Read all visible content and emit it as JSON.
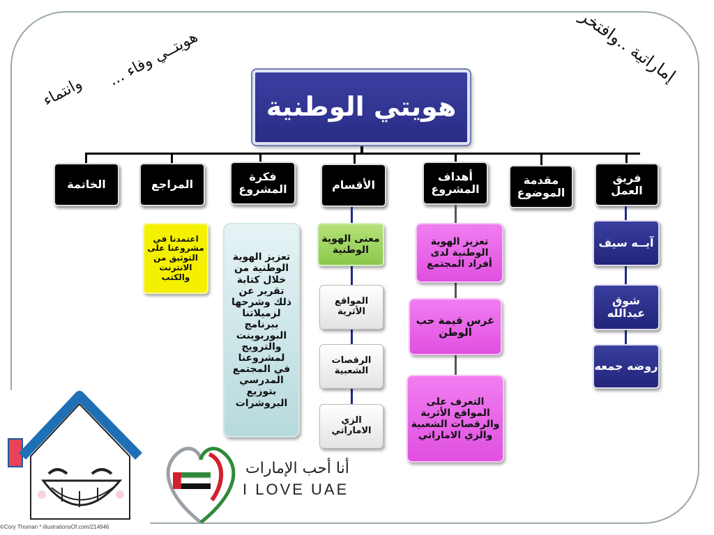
{
  "corner_text": {
    "top_left_line1": "هويتــي وفاء ...",
    "top_left_line2": "وانتماء",
    "top_right_line1": "إماراتية ..وافتخر",
    "top_right_line2": ""
  },
  "title": "هويتي الوطنية",
  "categories": [
    {
      "label": "فريق العمل"
    },
    {
      "label": "مقدمة الموضوع"
    },
    {
      "label": "أهداف المشروع"
    },
    {
      "label": "الأقسام"
    },
    {
      "label": "فكرة المشروع"
    },
    {
      "label": "المراجع"
    },
    {
      "label": "الخاتمة"
    }
  ],
  "team": [
    "آيــه سيف",
    "شوق عبدالله",
    "روضه جمعه"
  ],
  "goals": [
    "تعزيز الهوية الوطنية لدى أفراد المجتمع",
    "غرس قيمة حب الوطن",
    "التعرف على المواقع الأثرية والرقصات الشعبية والزي الاماراتي"
  ],
  "sections": [
    "معنى الهوية الوطنية",
    "المواقع الأثرية",
    "الرقصات الشعبية",
    "الزي الاماراتي"
  ],
  "idea": "تعزيز الهوية الوطنية من خلال كتابة تقرير عن ذلك وشرحها لزميلاتنا ببرنامج البوربوينت والترويج لمشروعنا في المجتمع المدرسي بتوزيع البروشرات",
  "references": "اعتمدنا في مشروعنا على التوثيق من الانترنت والكتب",
  "logo": {
    "arabic": "أنا أحب الإمارات",
    "english": "I LOVE UAE"
  },
  "credit": "©Cory Thoman * illustrationsOf.com/214946",
  "colors": {
    "title_bg": "#2f3290",
    "navy": "#2a2d86",
    "pink": "#e85ee8",
    "green": "#9ad45c",
    "yellow": "#f4f000",
    "lightblue": "#c5e2e6",
    "frame": "#9aa7ad"
  }
}
